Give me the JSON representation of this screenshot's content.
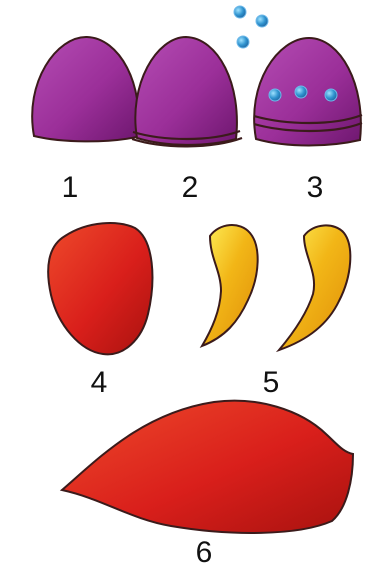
{
  "figures": [
    {
      "label": "1",
      "shape": "dome",
      "color": "#9b2f99"
    },
    {
      "label": "2",
      "shape": "dome-with-rim",
      "color": "#9b2f99"
    },
    {
      "label": "3",
      "shape": "dome-with-rim-and-dots",
      "color": "#9b2f99",
      "dot_color": "#2f93cf"
    },
    {
      "label": "4",
      "shape": "oval-blob",
      "color": "#d91f1b"
    },
    {
      "label": "5",
      "shape": "pair-of-curved-pieces",
      "color": "#f2b617"
    },
    {
      "label": "6",
      "shape": "long-leaf",
      "color": "#d91f1b"
    }
  ],
  "loose_dots": {
    "count": 3,
    "color": "#2f93cf"
  },
  "colors": {
    "purple": "#9b2f99",
    "blue": "#2f93cf",
    "red": "#d91f1b",
    "yellow": "#f2b617",
    "outline": "#3b1b1b"
  }
}
